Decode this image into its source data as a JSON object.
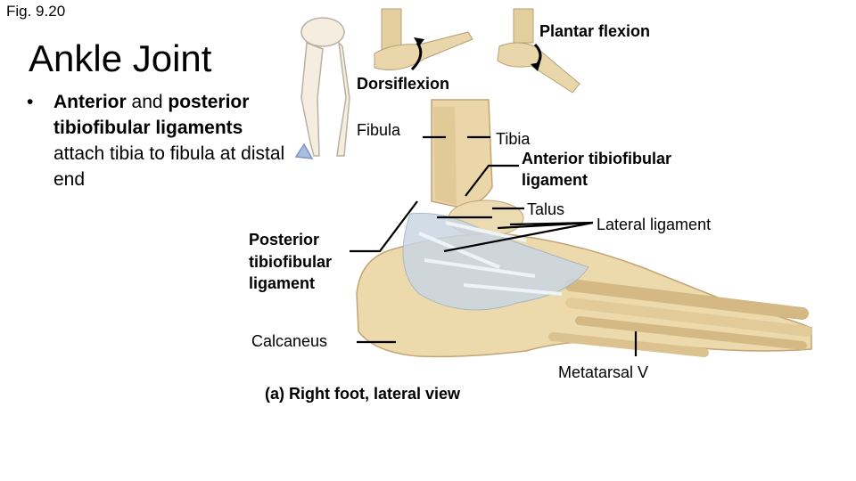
{
  "fig_label": "Fig. 9.20",
  "title": "Ankle Joint",
  "bullet": {
    "bold1": "Anterior",
    "and": " and ",
    "bold2": "posterior tibiofibular ligaments",
    "rest": " attach tibia to fibula at distal end"
  },
  "labels": {
    "plantar_flexion": "Plantar flexion",
    "dorsiflexion": "Dorsiflexion",
    "fibula": "Fibula",
    "tibia": "Tibia",
    "anterior_ligament": [
      "Anterior tibiofibular",
      "ligament"
    ],
    "talus": "Talus",
    "lateral_ligament": "Lateral ligament",
    "posterior_ligament": [
      "Posterior",
      "tibiofibular",
      "ligament"
    ],
    "calcaneus": "Calcaneus",
    "metatarsal": "Metatarsal V",
    "caption": "(a) Right foot, lateral view"
  },
  "colors": {
    "bone": "#e9d3a3",
    "bone_shadow": "#caa873",
    "ligament": "#c9d6e3",
    "line": "#000000"
  }
}
